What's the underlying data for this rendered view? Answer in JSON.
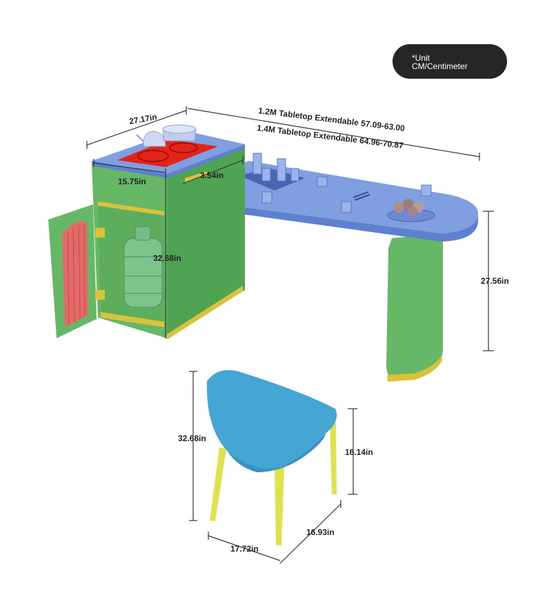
{
  "unit_badge": {
    "line1": "*Unit",
    "line2": "CM/Centimeter"
  },
  "dimensions": {
    "cabinet_depth": "27.17in",
    "tabletop_12m": "1.2M Tabletop Extendable 57.09-63.00",
    "tabletop_14m": "1.4M Tabletop Extendable 64.96-70.87",
    "cabinet_width": "15.75in",
    "gap": "3.54in",
    "cabinet_height": "32.68in",
    "table_height": "27.56in",
    "chair_height": "32.68in",
    "seat_height": "16.14in",
    "chair_depth": "16.93in",
    "chair_width": "17.72in"
  },
  "colors": {
    "cabinet": "#66b866",
    "cabinet_dark": "#4fa453",
    "cooktop": "#e4231b",
    "door_panel": "#e46a6a",
    "tabletop": "#7f9fe0",
    "tabletop_edge": "#5e81cf",
    "gold": "#d9c33a",
    "chair": "#45a6d6",
    "chair_legs": "#dfe24a"
  }
}
